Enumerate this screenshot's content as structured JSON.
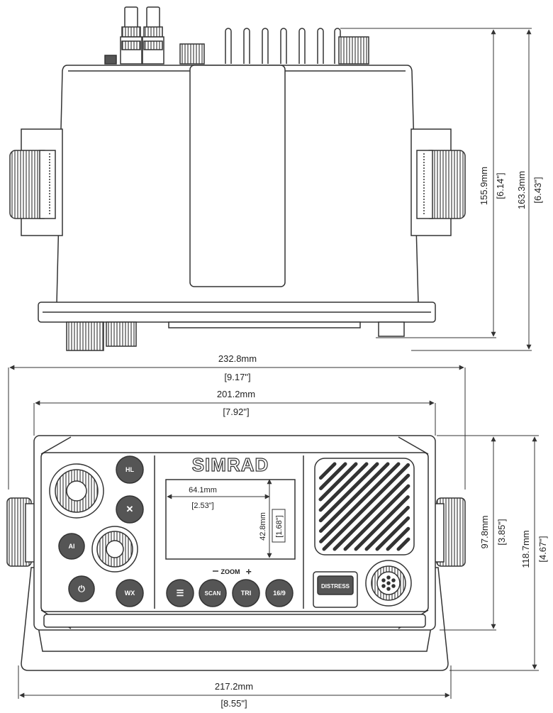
{
  "diagram": {
    "top_view": {
      "dimensions": {
        "height_inner_mm": "155.9mm",
        "height_inner_in": "[6.14\"]",
        "height_outer_mm": "163.3mm",
        "height_outer_in": "[6.43\"]"
      }
    },
    "front_view": {
      "brand": "SIMRAD",
      "screen": {
        "width_mm": "64.1mm",
        "width_in": "[2.53\"]",
        "height_mm": "42.8mm",
        "height_in": "[1.68\"]"
      },
      "zoom_label": "ZOOM",
      "buttons": {
        "scan": "SCAN",
        "tri": "TRI",
        "ch16": "16/9",
        "distress": "DISTRESS",
        "hl": "HL",
        "ai": "AI",
        "wx": "WX"
      },
      "dimensions": {
        "overall_width_mm": "232.8mm",
        "overall_width_in": "[9.17\"]",
        "body_width_mm": "201.2mm",
        "body_width_in": "[7.92\"]",
        "bracket_width_mm": "217.2mm",
        "bracket_width_in": "[8.55\"]",
        "body_height_mm": "97.8mm",
        "body_height_in": "[3.85\"]",
        "overall_height_mm": "118.7mm",
        "overall_height_in": "[4.67\"]"
      }
    }
  }
}
